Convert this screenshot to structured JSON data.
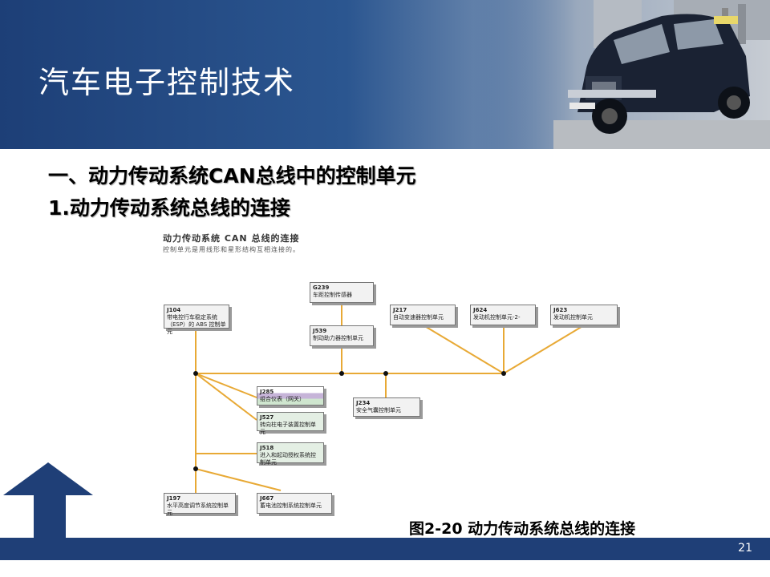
{
  "slide": {
    "title": "汽车电子控制技术",
    "heading1": "一、动力传动系统CAN总线中的控制单元",
    "heading2": "1.动力传动系统总线的连接",
    "caption": "图2-20  动力传动系统总线的连接",
    "page_number": "21"
  },
  "figure": {
    "title": "动力传动系统 CAN 总线的连接",
    "subtitle": "控制单元是用线形和星形结构互相连接的。",
    "nodes": {
      "j104": {
        "code": "J104",
        "label": "带电控行车稳定系统（ESP）的 ABS 控制单元"
      },
      "g239": {
        "code": "G239",
        "label": "车距控制传感器"
      },
      "j539": {
        "code": "J539",
        "label": "制动助力器控制单元"
      },
      "j217": {
        "code": "J217",
        "label": "自动变速器控制单元"
      },
      "j624": {
        "code": "J624",
        "label": "发动机控制单元-2-"
      },
      "j623": {
        "code": "J623",
        "label": "发动机控制单元"
      },
      "j285": {
        "code": "J285",
        "label": "组合仪表（网关）"
      },
      "j234": {
        "code": "J234",
        "label": "安全气囊控制单元"
      },
      "j527": {
        "code": "J527",
        "label": "转向柱电子装置控制单元"
      },
      "j518": {
        "code": "J518",
        "label": "进入和起动授权系统控制单元"
      },
      "j197": {
        "code": "J197",
        "label": "水平高度调节系统控制单元"
      },
      "j667": {
        "code": "J667",
        "label": "蓄电池控制系统控制单元"
      }
    }
  },
  "colors": {
    "header_blue": "#1f3f77",
    "bus_line": "#e8a935",
    "node_fill": "#f2f2f2",
    "gateway_purple": "#c6b4d8",
    "gateway_green": "#cfe6cf"
  }
}
